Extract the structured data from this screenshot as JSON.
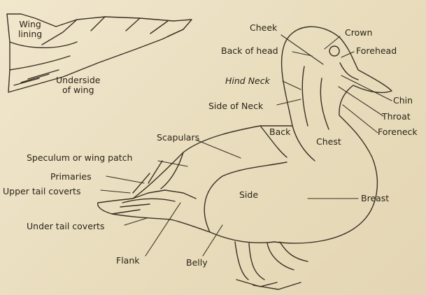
{
  "labels": {
    "wing_lining": "Wing\nlining",
    "underside_of_wing": "Underside\nof wing",
    "cheek": "Cheek",
    "crown": "Crown",
    "back_of_head": "Back of head",
    "forehead": "Forehead",
    "hind_neck": "Hind Neck",
    "side_of_neck": "Side of Neck",
    "chin": "Chin",
    "throat": "Throat",
    "foreneck": "Foreneck",
    "back": "Back",
    "chest": "Chest",
    "scapulars": "Scapulars",
    "speculum": "Speculum or wing patch",
    "primaries": "Primaries",
    "upper_tail_coverts": "Upper tail coverts",
    "side": "Side",
    "breast": "Breast",
    "under_tail_coverts": "Under tail coverts",
    "flank": "Flank",
    "belly": "Belly"
  },
  "colors": {
    "paper": "#ede2c6",
    "ink": "#2a2418",
    "line": "#3a3024"
  }
}
